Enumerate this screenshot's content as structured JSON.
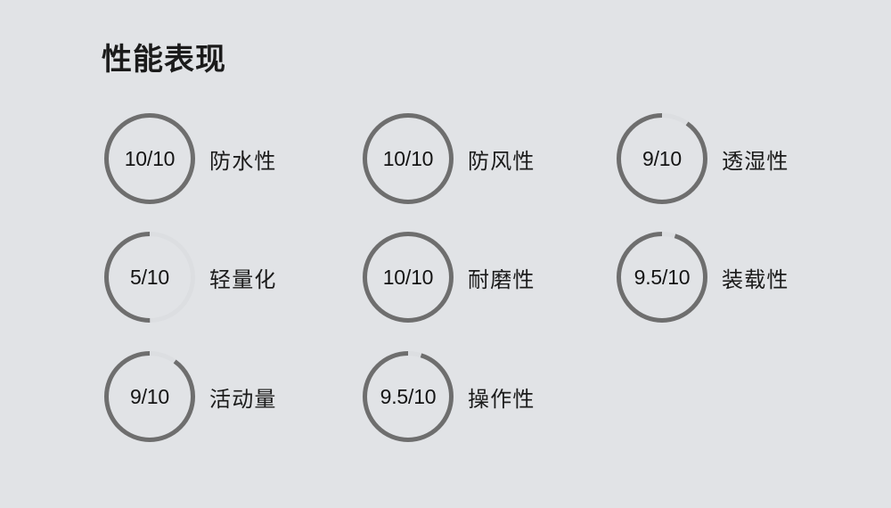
{
  "page": {
    "title": "性能表现",
    "background_color": "#e1e3e6",
    "text_color": "#1b1b1b"
  },
  "gauge_style": {
    "track_color": "#dcdee1",
    "progress_color": "#6e6e6e",
    "stroke_width": 5,
    "diameter": 102,
    "direction": "counter-clockwise",
    "start_angle_deg": 0,
    "max": 10
  },
  "chart_data": {
    "type": "bar",
    "title": "性能表现",
    "xlabel": "",
    "ylabel": "",
    "ylim": [
      0,
      10
    ],
    "categories": [
      "防水性",
      "防风性",
      "透湿性",
      "轻量化",
      "耐磨性",
      "装载性",
      "活动量",
      "操作性"
    ],
    "values": [
      10,
      10,
      9,
      5,
      10,
      9.5,
      9,
      9.5
    ],
    "value_labels": [
      "10/10",
      "10/10",
      "9/10",
      "5/10",
      "10/10",
      "9.5/10",
      "9/10",
      "9.5/10"
    ],
    "grid": false,
    "legend": "none"
  },
  "gauges": [
    {
      "id": "waterproof",
      "value_text": "10/10",
      "value": 10,
      "max": 10,
      "label": "防水性",
      "col": 0,
      "row": 0
    },
    {
      "id": "windproof",
      "value_text": "10/10",
      "value": 10,
      "max": 10,
      "label": "防风性",
      "col": 1,
      "row": 0
    },
    {
      "id": "breathability",
      "value_text": "9/10",
      "value": 9,
      "max": 10,
      "label": "透湿性",
      "col": 2,
      "row": 0
    },
    {
      "id": "lightweight",
      "value_text": "5/10",
      "value": 5,
      "max": 10,
      "label": "轻量化",
      "col": 0,
      "row": 1
    },
    {
      "id": "abrasion",
      "value_text": "10/10",
      "value": 10,
      "max": 10,
      "label": "耐磨性",
      "col": 1,
      "row": 1
    },
    {
      "id": "capacity",
      "value_text": "9.5/10",
      "value": 9.5,
      "max": 10,
      "label": "装载性",
      "col": 2,
      "row": 1
    },
    {
      "id": "mobility",
      "value_text": "9/10",
      "value": 9,
      "max": 10,
      "label": "活动量",
      "col": 0,
      "row": 2
    },
    {
      "id": "operability",
      "value_text": "9.5/10",
      "value": 9.5,
      "max": 10,
      "label": "操作性",
      "col": 1,
      "row": 2
    }
  ],
  "layout": {
    "col_x": [
      117,
      407,
      692
    ],
    "row_y": [
      123,
      256,
      390
    ]
  }
}
